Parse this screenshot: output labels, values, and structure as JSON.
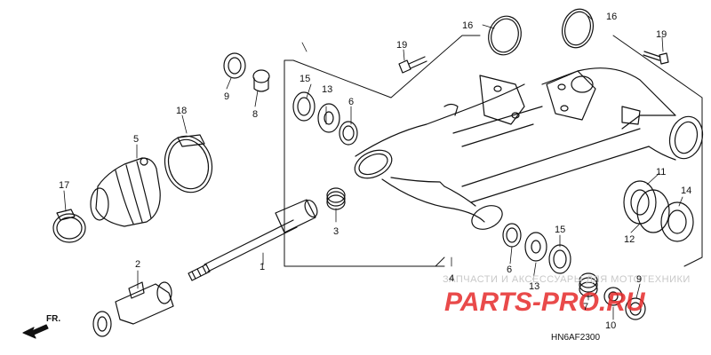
{
  "diagram": {
    "code": "HN6AF2300",
    "direction_label": "FR.",
    "watermark": {
      "line": "ЗАПЧАСТИ И АКСЕССУАРЫ ДЛЯ МОТОТЕХНИКИ",
      "brand": "PARTS-PRO.RU"
    },
    "callouts": [
      {
        "id": "c1",
        "label": "1"
      },
      {
        "id": "c2",
        "label": "2"
      },
      {
        "id": "c3",
        "label": "3"
      },
      {
        "id": "c4",
        "label": "4"
      },
      {
        "id": "c5",
        "label": "5"
      },
      {
        "id": "c6a",
        "label": "6"
      },
      {
        "id": "c6b",
        "label": "6"
      },
      {
        "id": "c7",
        "label": "7"
      },
      {
        "id": "c8",
        "label": "8"
      },
      {
        "id": "c9a",
        "label": "9"
      },
      {
        "id": "c9b",
        "label": "9"
      },
      {
        "id": "c10",
        "label": "10"
      },
      {
        "id": "c11",
        "label": "11"
      },
      {
        "id": "c12",
        "label": "12"
      },
      {
        "id": "c13a",
        "label": "13"
      },
      {
        "id": "c13b",
        "label": "13"
      },
      {
        "id": "c14",
        "label": "14"
      },
      {
        "id": "c15a",
        "label": "15"
      },
      {
        "id": "c15b",
        "label": "15"
      },
      {
        "id": "c16a",
        "label": "16"
      },
      {
        "id": "c16b",
        "label": "16"
      },
      {
        "id": "c17",
        "label": "17"
      },
      {
        "id": "c18",
        "label": "18"
      },
      {
        "id": "c19a",
        "label": "19"
      },
      {
        "id": "c19b",
        "label": "19"
      }
    ]
  }
}
